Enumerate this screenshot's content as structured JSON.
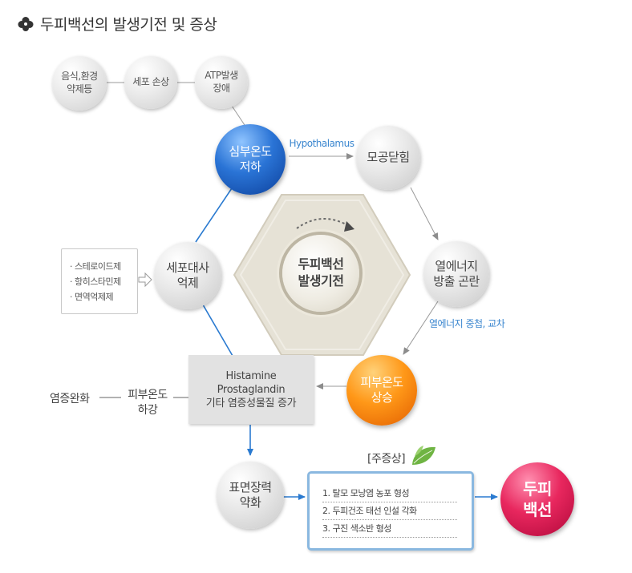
{
  "title": "두피백선의 발생기전 및 증상",
  "colors": {
    "arrow_blue": "#2a7ad0",
    "line_gray": "#9a9a9a",
    "label_blue": "#3a86cf"
  },
  "cause_chain": [
    {
      "line1": "음식,환경",
      "line2": "약제등"
    },
    {
      "line1": "세포 손상",
      "line2": ""
    },
    {
      "line1": "ATP발생",
      "line2": "장애"
    }
  ],
  "nodes": {
    "core_temp_drop": {
      "line1": "심부온도",
      "line2": "저하"
    },
    "pore_closure": {
      "line1": "모공닫힘",
      "line2": ""
    },
    "heat_release": {
      "line1": "열에너지",
      "line2": "방출 곤란"
    },
    "skin_temp_rise": {
      "line1": "피부온도",
      "line2": "상승"
    },
    "metabolism": {
      "line1": "세포대사",
      "line2": "억제"
    },
    "center": {
      "line1": "두피백선",
      "line2": "발생기전"
    },
    "surface_tension": {
      "line1": "표면장력",
      "line2": "약화"
    },
    "result": {
      "line1": "두피",
      "line2": "백선"
    }
  },
  "labels": {
    "hypothalamus": "Hypothalamus",
    "heat_overlap": "열에너지 중첩, 교차"
  },
  "drugs": [
    "· 스테로이드제",
    "· 항히스타민제",
    "· 면역억제제"
  ],
  "histamine_box": [
    "Histamine",
    "Prostaglandin",
    "기타 염증성물질 증가"
  ],
  "skin_temp_drop": {
    "line1": "피부온도",
    "line2": "하강"
  },
  "inflammation_relief": "염증완화",
  "symptoms": {
    "title": "[주증상]",
    "items": [
      "1. 탈모 모낭염 농포 형성",
      "2. 두피건조 태선 인설 각화",
      "3. 구진 색소반 형성"
    ]
  }
}
